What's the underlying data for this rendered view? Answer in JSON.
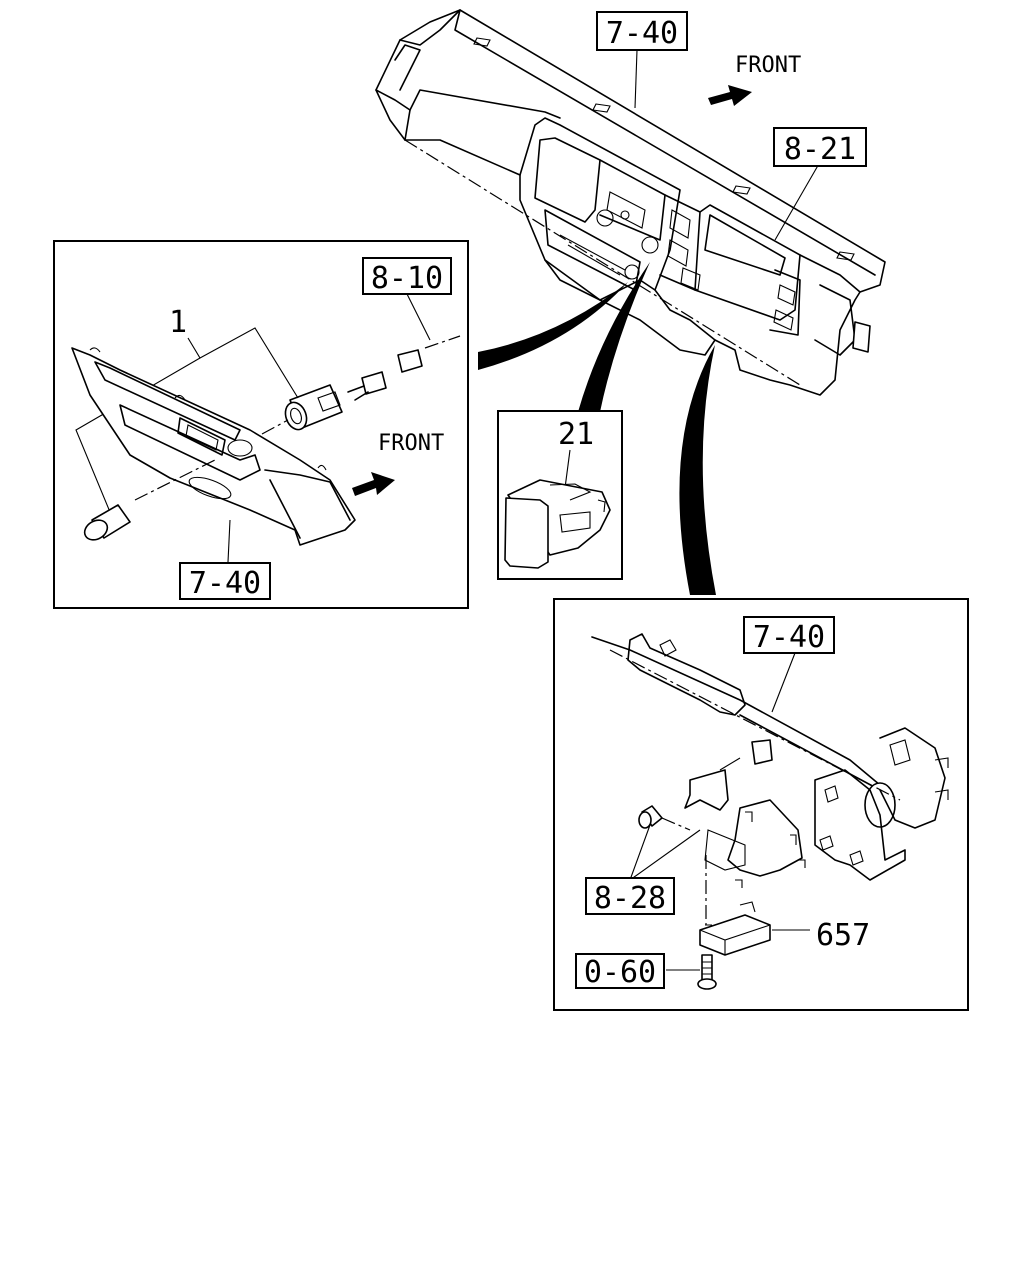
{
  "labels": {
    "dash_740": "7-40",
    "dash_821": "8-21",
    "front_top": "FRONT",
    "det1_810": "8-10",
    "det1_part1": "1",
    "det1_front": "FRONT",
    "det1_740": "7-40",
    "det2_part21": "21",
    "det3_740": "7-40",
    "det3_828": "8-28",
    "det3_657": "657",
    "det3_060": "0-60"
  },
  "icons": [
    "front-arrow-icon",
    "front-arrow-icon"
  ]
}
